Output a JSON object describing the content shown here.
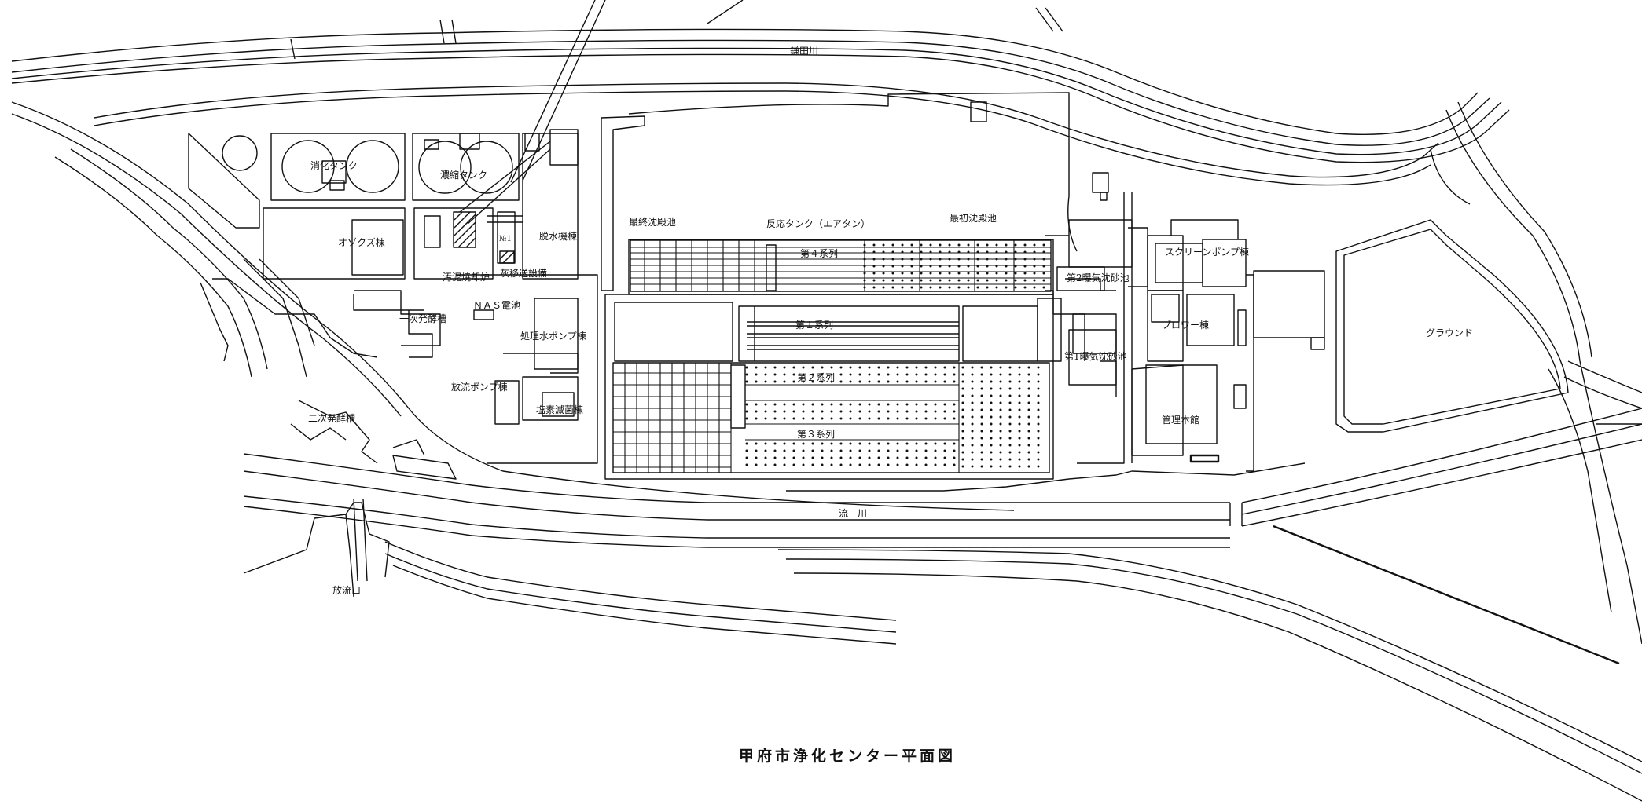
{
  "title": "甲府市浄化センター平面図",
  "labels": {
    "kamata_river": "鎌田川",
    "nagare_river": "流　川",
    "outfall": "放流口",
    "digestion_tank": "消化タンク",
    "thickening_tank": "濃縮タンク",
    "odor_building": "オゾクズ棟",
    "sludge_incinerator": "汚泥焼却炉",
    "ash_transfer": "灰移送設備",
    "no1": "№1",
    "dewatering_building": "脱水機棟",
    "nas_battery": "ＮＡＳ電池",
    "primary_fermentation": "一次発酵槽",
    "secondary_fermentation": "二次発酵槽",
    "treated_water_pump": "処理水ポンプ棟",
    "discharge_pump": "放流ポンプ棟",
    "disinfection": "塩素滅菌棟",
    "final_settling": "最終沈殿池",
    "reaction_tank": "反応タンク（エアタン）",
    "primary_settling": "最初沈殿池",
    "series4": "第４系列",
    "series1": "第１系列",
    "series2": "第２系列",
    "series3": "第３系列",
    "aerated_grit2": "第2曝気沈砂池",
    "aerated_grit1": "第1曝気沈砂池",
    "screen_pump": "スクリーンポンプ棟",
    "blower": "ブロワー棟",
    "admin": "管理本館",
    "ground": "グラウンド"
  }
}
